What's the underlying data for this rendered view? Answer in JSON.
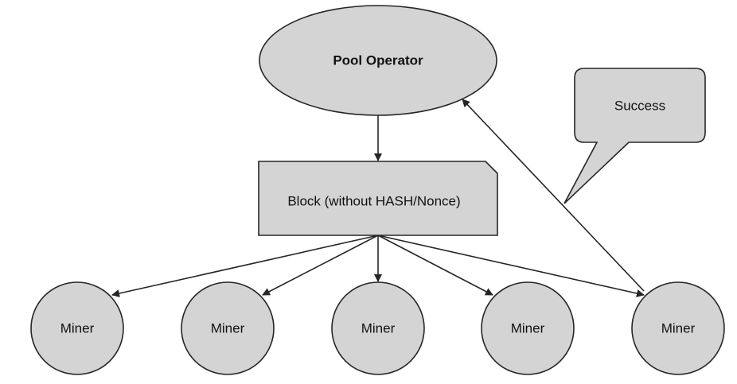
{
  "diagram": {
    "pool_operator": "Pool Operator",
    "block": "Block (without HASH/Nonce)",
    "callout": "Success",
    "miners": [
      "Miner",
      "Miner",
      "Miner",
      "Miner",
      "Miner"
    ]
  },
  "colors": {
    "node_fill": "#d4d4d4",
    "stroke": "#262626",
    "text": "#111111"
  }
}
